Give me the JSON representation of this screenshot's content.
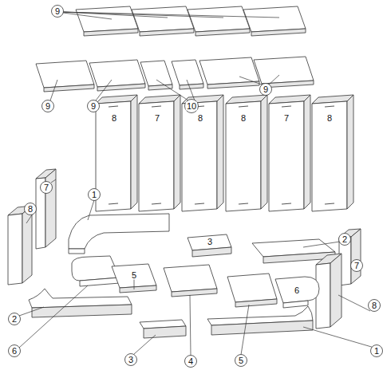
{
  "diagram": {
    "labels": [
      "9",
      "9",
      "9",
      "9",
      "10",
      "8",
      "7",
      "8",
      "8",
      "7",
      "8",
      "7",
      "8",
      "1",
      "3",
      "2",
      "7",
      "2",
      "5",
      "6",
      "6",
      "3",
      "4",
      "5",
      "8",
      "1"
    ]
  }
}
